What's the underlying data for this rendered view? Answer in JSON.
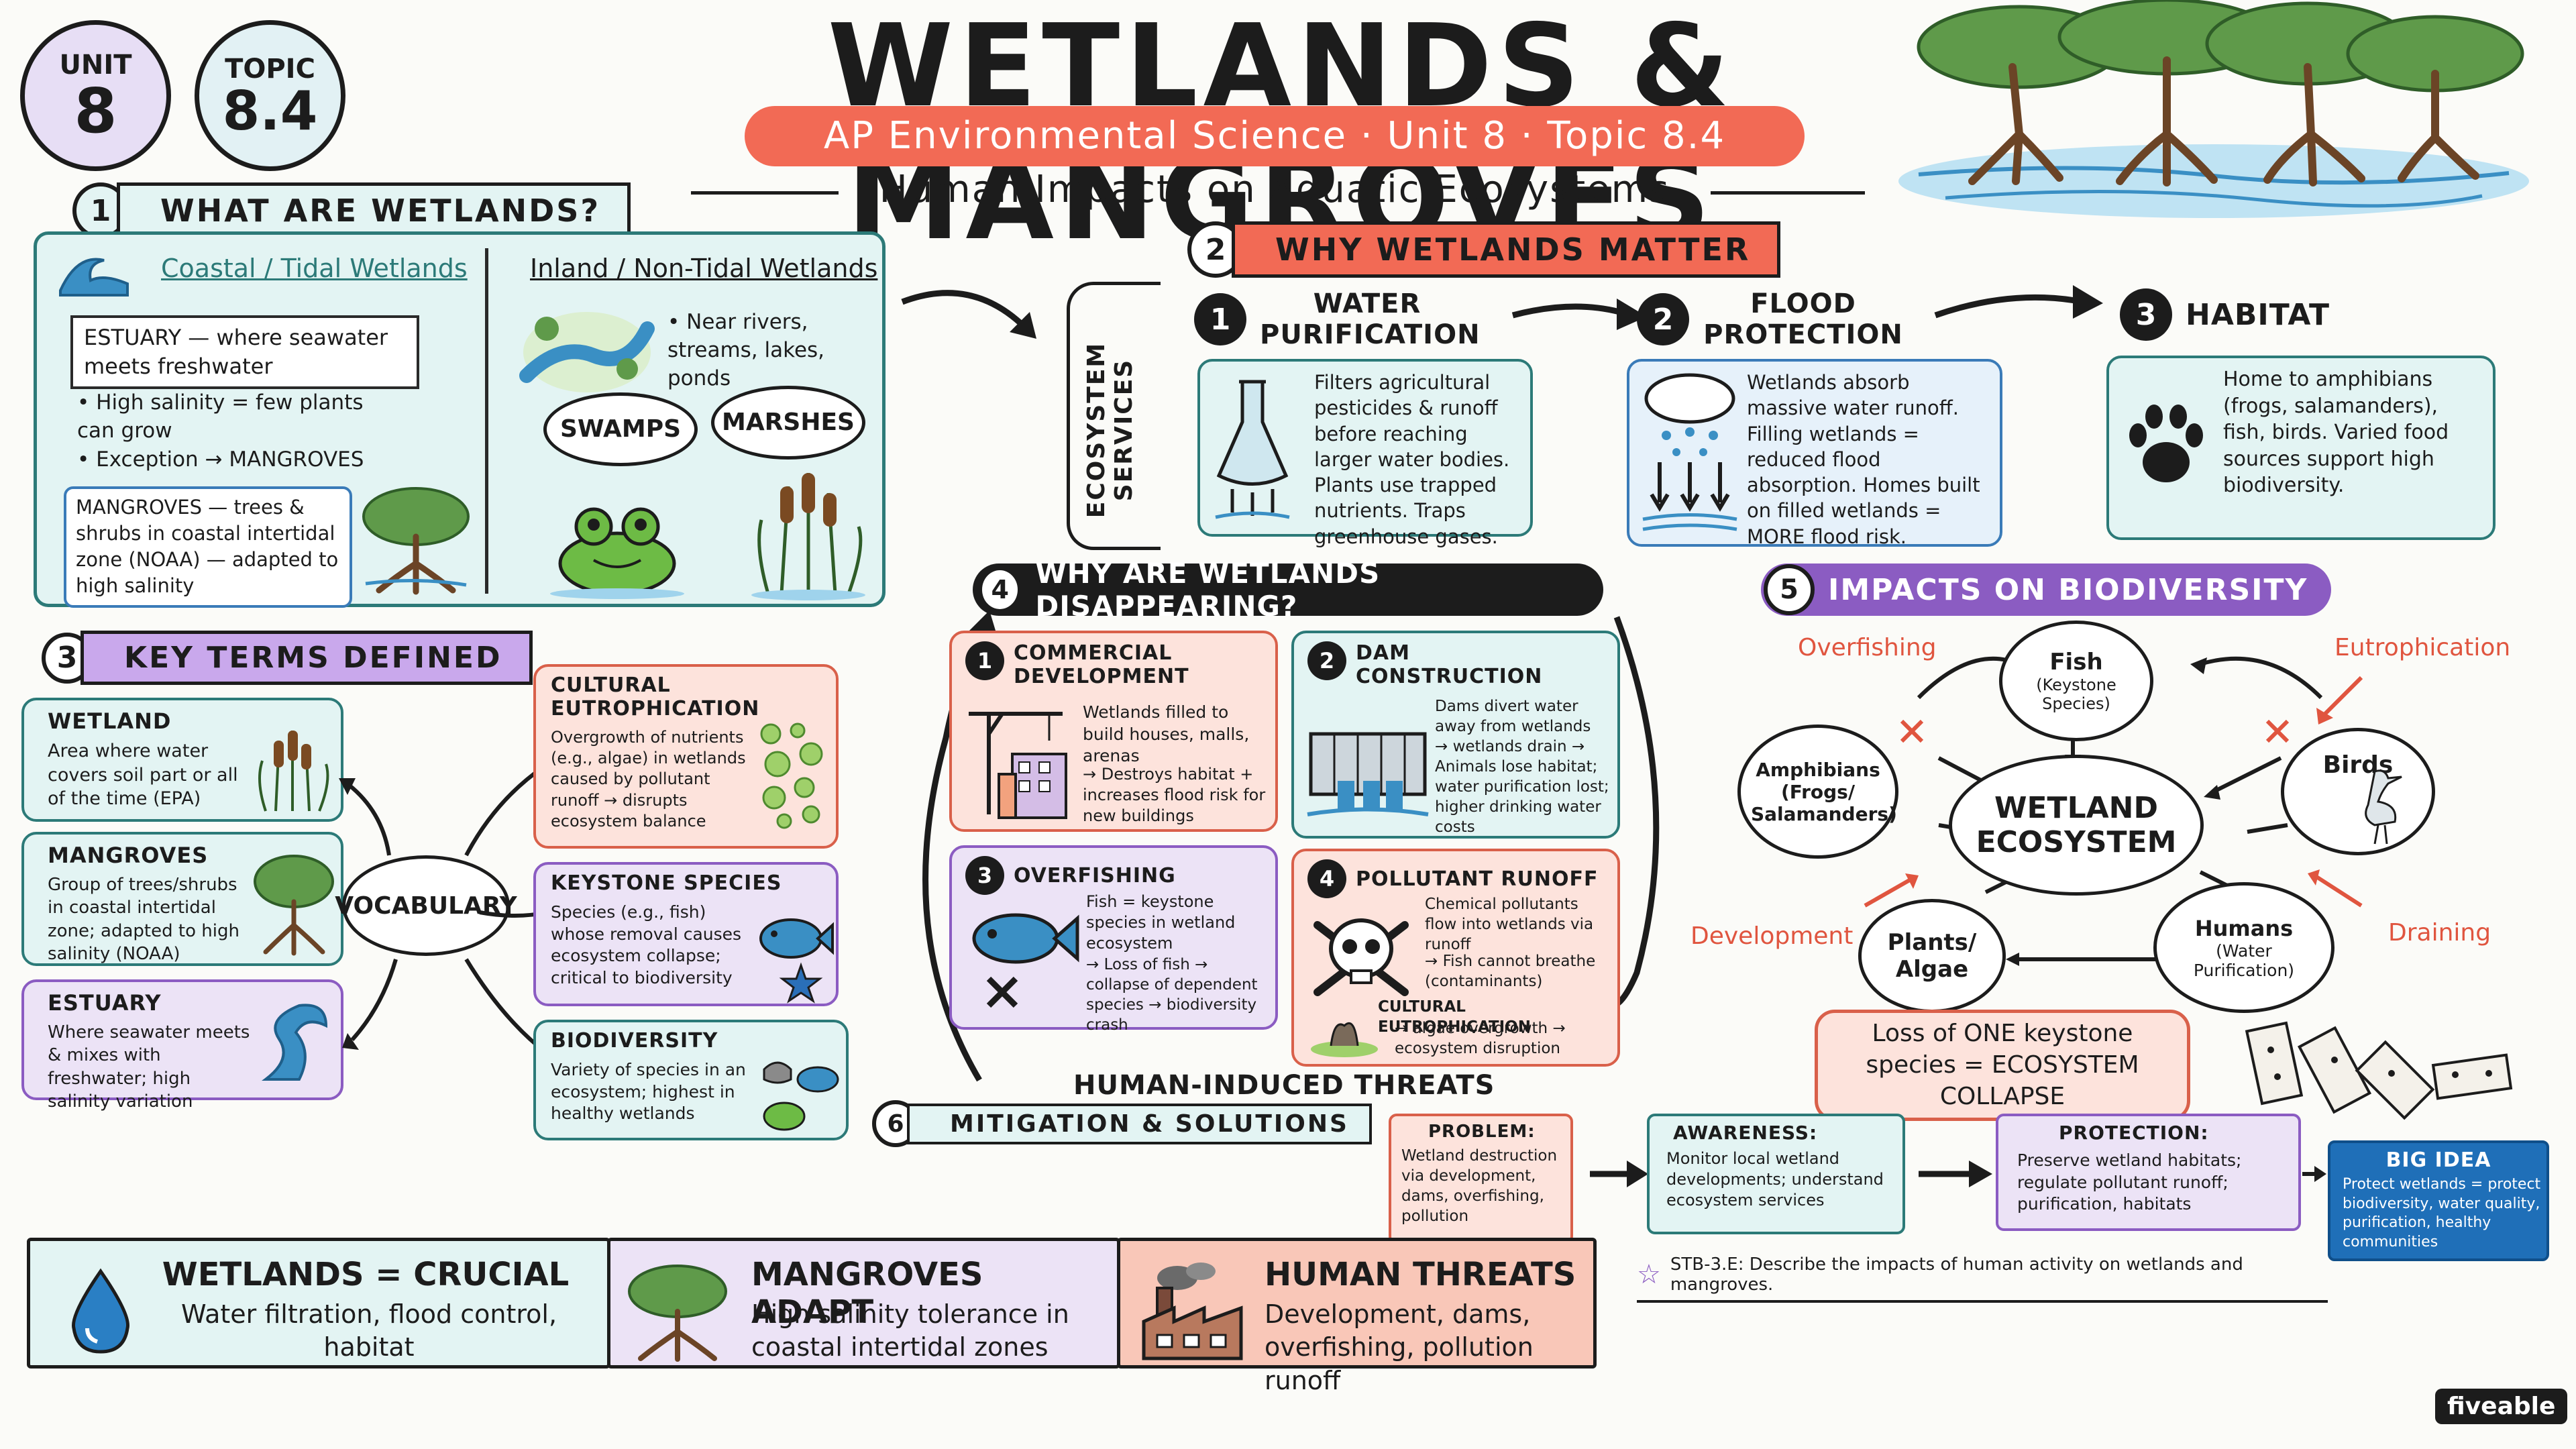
{
  "badges": {
    "unit_label": "UNIT",
    "unit_value": "8",
    "topic_label": "TOPIC",
    "topic_value": "8.4"
  },
  "header": {
    "title": "WETLANDS & MANGROVES",
    "course_banner": "AP Environmental Science · Unit 8 · Topic 8.4",
    "subtitle": "Human Impacts on Aquatic Ecosystems"
  },
  "section1": {
    "number": "1",
    "title": "WHAT ARE WETLANDS?",
    "coastal": {
      "heading": "Coastal / Tidal Wetlands",
      "estuary_def": "ESTUARY — where seawater meets freshwater",
      "bullet1": "High salinity = few plants can grow",
      "bullet2": "Exception → MANGROVES",
      "mangroves_def": "MANGROVES — trees & shrubs in coastal intertidal zone (NOAA) — adapted to high salinity"
    },
    "inland": {
      "heading": "Inland / Non-Tidal Wetlands",
      "bullet": "Near rivers, streams, lakes, ponds",
      "bubble1": "SWAMPS",
      "bubble2": "MARSHES"
    }
  },
  "section2": {
    "number": "2",
    "title": "WHY WETLANDS MATTER",
    "side_label": "ECOSYSTEM SERVICES",
    "items": [
      {
        "num": "1",
        "title": "WATER PURIFICATION",
        "text": "Filters agricultural pesticides & runoff before reaching larger water bodies. Plants use trapped nutrients. Traps greenhouse gases."
      },
      {
        "num": "2",
        "title": "FLOOD PROTECTION",
        "text": "Wetlands absorb massive water runoff. Filling wetlands = reduced flood absorption. Homes built on filled wetlands = MORE flood risk."
      },
      {
        "num": "3",
        "title": "HABITAT",
        "text": "Home to amphibians (frogs, salamanders), fish, birds. Varied food sources support high biodiversity."
      }
    ]
  },
  "section3": {
    "number": "3",
    "title": "KEY TERMS DEFINED",
    "center_label": "VOCABULARY",
    "terms": [
      {
        "title": "WETLAND",
        "text": "Area where water covers soil part or all of the time (EPA)"
      },
      {
        "title": "MANGROVES",
        "text": "Group of trees/shrubs in coastal intertidal zone; adapted to high salinity (NOAA)"
      },
      {
        "title": "ESTUARY",
        "text": "Where seawater meets & mixes with freshwater; high salinity variation"
      },
      {
        "title": "CULTURAL EUTROPHICATION",
        "text": "Overgrowth of nutrients (e.g., algae) in wetlands caused by pollutant runoff → disrupts ecosystem balance"
      },
      {
        "title": "KEYSTONE SPECIES",
        "text": "Species (e.g., fish) whose removal causes ecosystem collapse; critical to biodiversity"
      },
      {
        "title": "BIODIVERSITY",
        "text": "Variety of species in an ecosystem; highest in healthy wetlands"
      }
    ]
  },
  "section4": {
    "number": "4",
    "title": "WHY ARE WETLANDS DISAPPEARING?",
    "bottom_label": "HUMAN-INDUCED THREATS",
    "threats": [
      {
        "num": "1",
        "title": "COMMERCIAL DEVELOPMENT",
        "text": "Wetlands filled to build houses, malls, arenas",
        "effect": "→ Destroys habitat + increases flood risk for new buildings"
      },
      {
        "num": "2",
        "title": "DAM CONSTRUCTION",
        "text": "Dams divert water away from wetlands",
        "effect": "→ wetlands drain → Animals lose habitat; water purification lost; higher drinking water costs"
      },
      {
        "num": "3",
        "title": "OVERFISHING",
        "text": "Fish = keystone species in wetland ecosystem",
        "effect": "→ Loss of fish → collapse of dependent species → biodiversity crash"
      },
      {
        "num": "4",
        "title": "POLLUTANT RUNOFF",
        "text": "Chemical pollutants flow into wetlands via runoff",
        "effect": "→ Fish cannot breathe (contaminants)",
        "extra": "CULTURAL EUTROPHICATION",
        "extra_effect": "→ algae overgrowth → ecosystem disruption"
      }
    ]
  },
  "section5": {
    "number": "5",
    "title": "IMPACTS ON BIODIVERSITY",
    "center": "WETLAND ECOSYSTEM",
    "nodes": {
      "fish": "Fish",
      "fish_sub": "(Keystone Species)",
      "amphibians": "Amphibians (Frogs/ Salamanders)",
      "birds": "Birds",
      "plants": "Plants/ Algae",
      "humans": "Humans",
      "humans_sub": "(Water Purification)"
    },
    "pressures": {
      "overfishing": "Overfishing",
      "eutrophication": "Eutrophication",
      "development": "Development",
      "draining": "Draining"
    },
    "callout": "Loss of ONE keystone species = ECOSYSTEM COLLAPSE"
  },
  "section6": {
    "number": "6",
    "title": "MITIGATION & SOLUTIONS",
    "problem": {
      "title": "PROBLEM:",
      "text": "Wetland destruction via development, dams, overfishing, pollution"
    },
    "awareness": {
      "title": "AWARENESS:",
      "text": "Monitor local wetland developments; understand ecosystem services"
    },
    "protection": {
      "title": "PROTECTION:",
      "text": "Preserve wetland habitats; regulate pollutant runoff; purification, habitats"
    },
    "big_idea": {
      "title": "BIG IDEA",
      "text": "Protect wetlands = protect biodiversity, water quality, purification, healthy communities"
    },
    "standard": "STB-3.E: Describe the impacts of human activity on wetlands and mangroves."
  },
  "summary": [
    {
      "title": "WETLANDS = CRUCIAL",
      "text": "Water filtration, flood control, habitat"
    },
    {
      "title": "MANGROVES ADAPT",
      "text": "High salinity tolerance in coastal intertidal zones"
    },
    {
      "title": "HUMAN THREATS",
      "text": "Development, dams, overfishing, pollution runoff"
    }
  ],
  "brand": "fiveable",
  "colors": {
    "teal": "#2c7a78",
    "coral": "#f26a55",
    "purple": "#8b5cc2",
    "blue": "#1f6fb8"
  }
}
